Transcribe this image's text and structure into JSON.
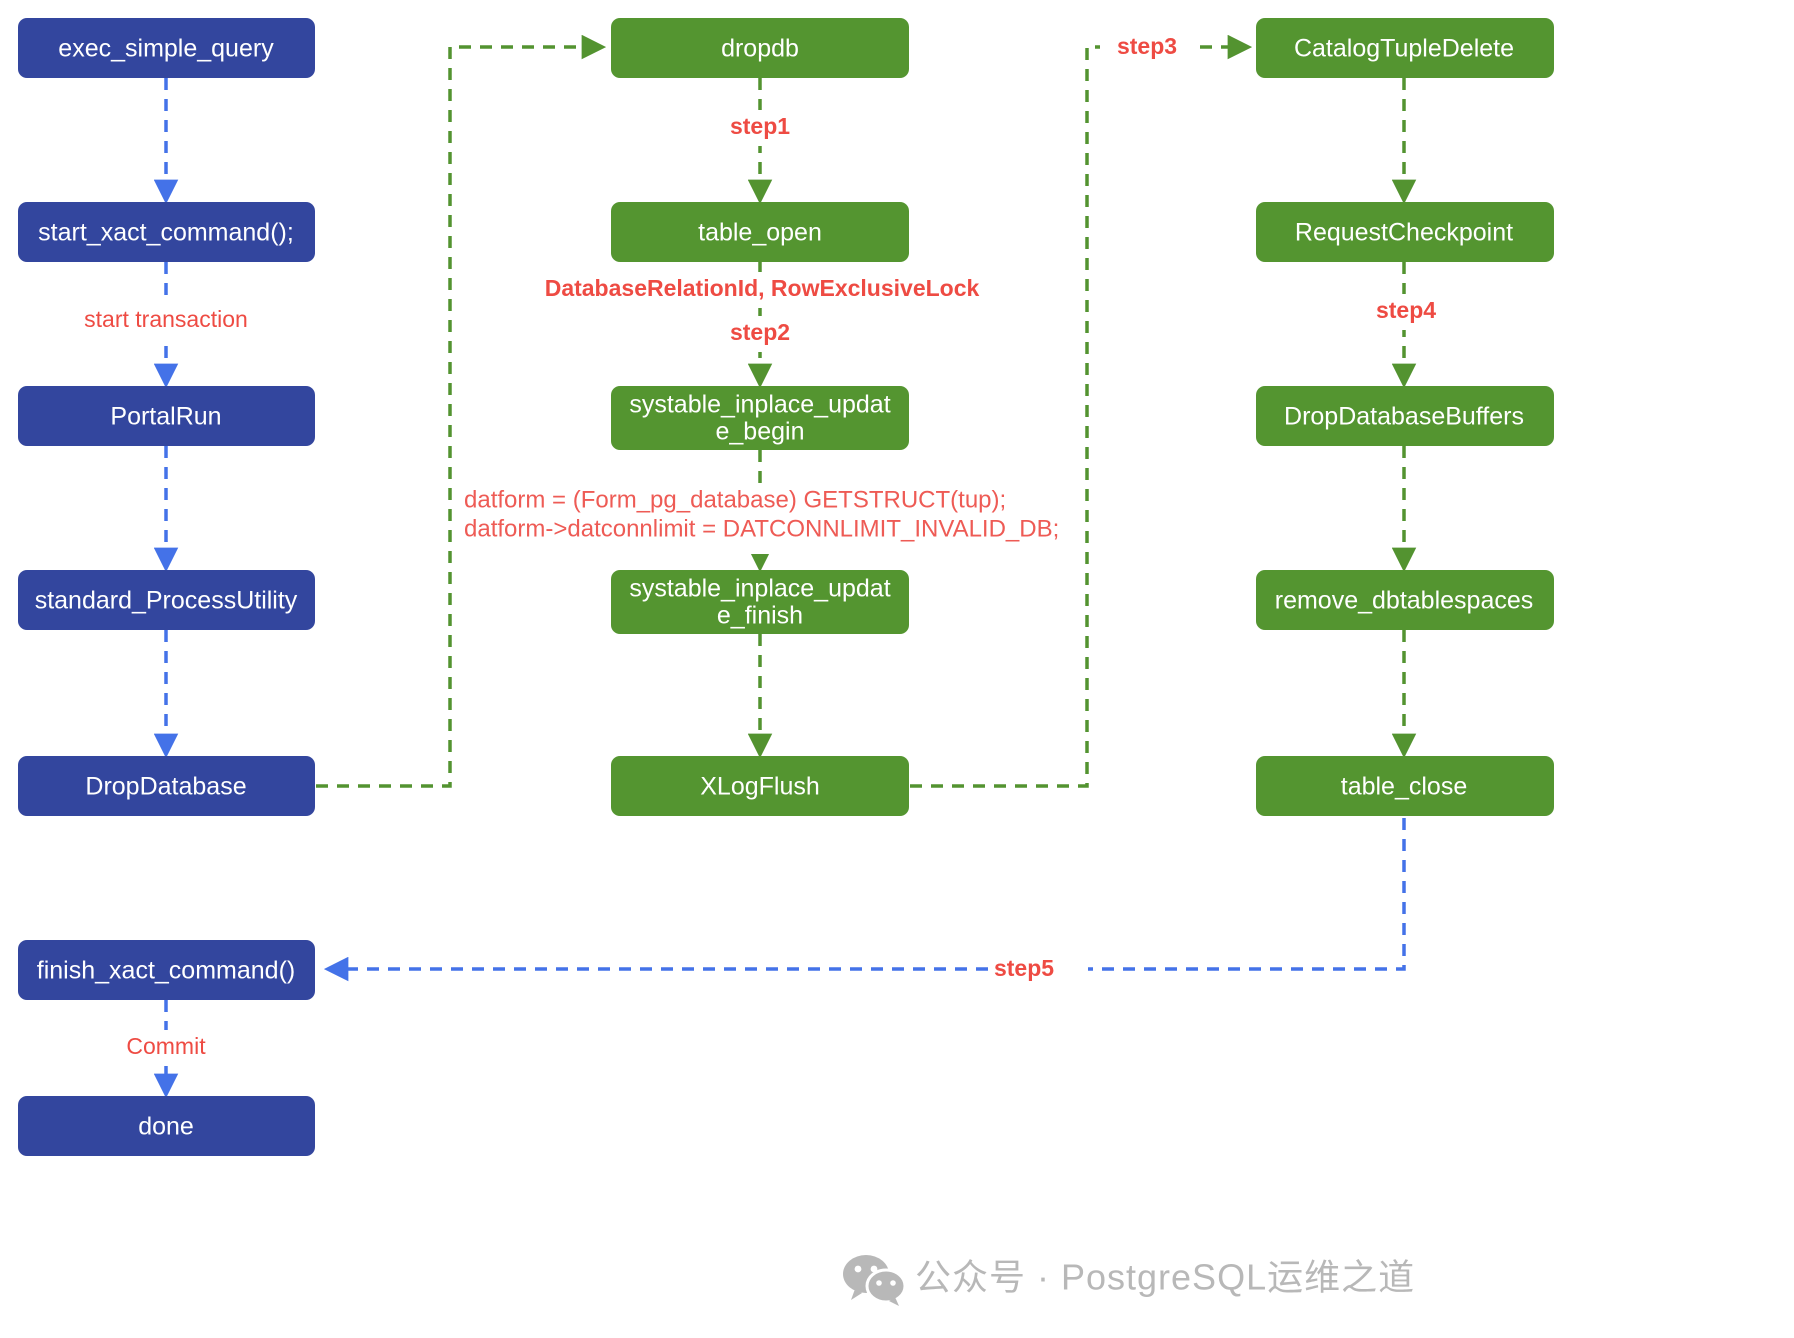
{
  "diagram": {
    "title": "PostgreSQL DROP DATABASE call flow",
    "colors": {
      "blue_node": "#33469E",
      "green_node": "#549530",
      "blue_edge": "#4472E8",
      "green_edge": "#539330",
      "label_red": "#EE4B43",
      "watermark_gray": "#B8B8B8",
      "background": "#FFFFFF"
    }
  },
  "nodes": {
    "blue": [
      {
        "id": "exec_simple_query",
        "label": "exec_simple_query"
      },
      {
        "id": "start_xact_command",
        "label": "start_xact_command();"
      },
      {
        "id": "portal_run",
        "label": "PortalRun"
      },
      {
        "id": "standard_processutility",
        "label": "standard_ProcessUtility"
      },
      {
        "id": "dropdatabase",
        "label": "DropDatabase"
      },
      {
        "id": "finish_xact_command",
        "label": "finish_xact_command()"
      },
      {
        "id": "done",
        "label": "done"
      }
    ],
    "green_middle": [
      {
        "id": "dropdb",
        "label": "dropdb"
      },
      {
        "id": "table_open",
        "label": "table_open"
      },
      {
        "id": "systable_begin_l1",
        "label": "systable_inplace_updat"
      },
      {
        "id": "systable_begin_l2",
        "label": "e_begin"
      },
      {
        "id": "systable_finish_l1",
        "label": "systable_inplace_updat"
      },
      {
        "id": "systable_finish_l2",
        "label": "e_finish"
      },
      {
        "id": "xlogflush",
        "label": "XLogFlush"
      }
    ],
    "green_right": [
      {
        "id": "catalogtupledelete",
        "label": "CatalogTupleDelete"
      },
      {
        "id": "requestcheckpoint",
        "label": "RequestCheckpoint"
      },
      {
        "id": "dropdatabasebuffers",
        "label": "DropDatabaseBuffers"
      },
      {
        "id": "remove_dbtablespaces",
        "label": "remove_dbtablespaces"
      },
      {
        "id": "table_close",
        "label": "table_close"
      }
    ]
  },
  "edge_labels": {
    "start_transaction": "start transaction",
    "commit": "Commit",
    "step1": "step1",
    "step2": "step2",
    "step3": "step3",
    "step4": "step4",
    "step5": "step5",
    "table_open_args": "DatabaseRelationId, RowExclusiveLock"
  },
  "code_note": {
    "line1": "datform = (Form_pg_database) GETSTRUCT(tup);",
    "line2": "datform->datconnlimit = DATCONNLIMIT_INVALID_DB;"
  },
  "watermark": {
    "icon": "wechat-icon",
    "text": "公众号 · PostgreSQL运维之道"
  }
}
